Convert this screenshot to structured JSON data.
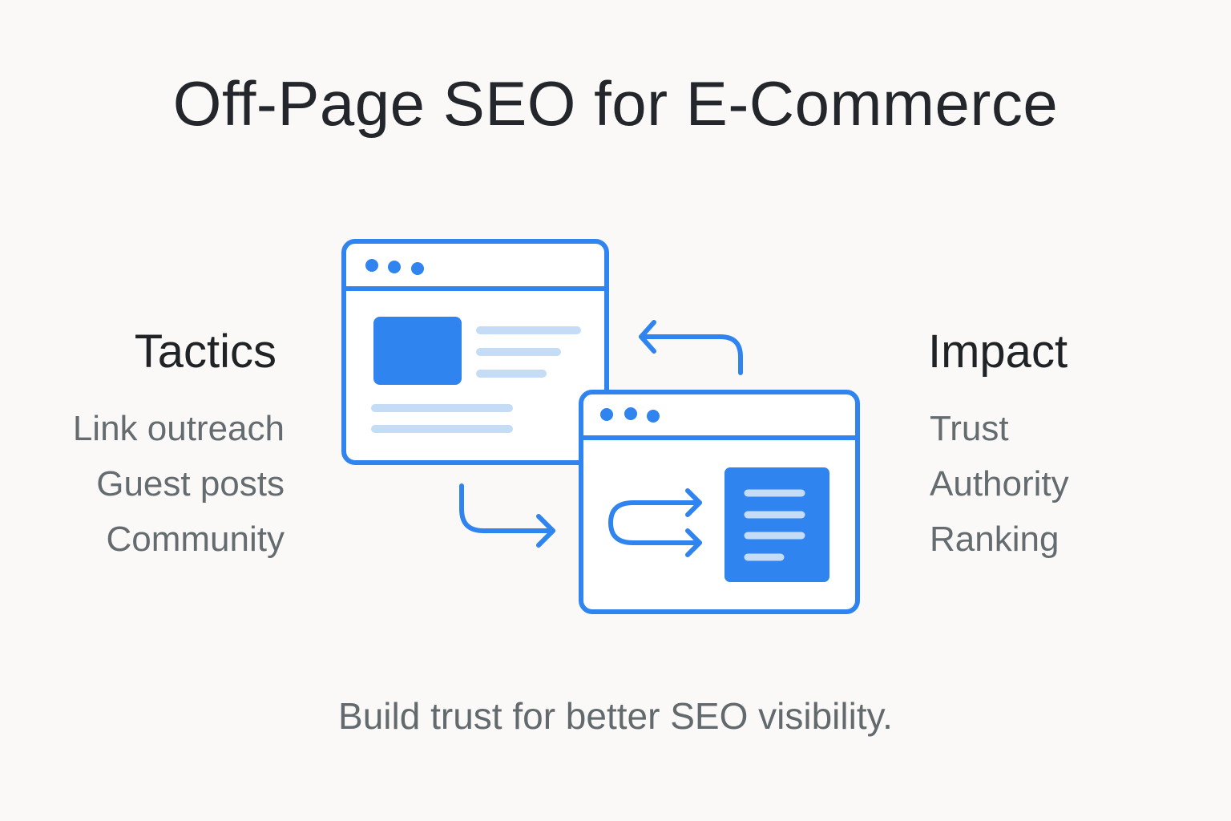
{
  "title": "Off-Page SEO for E-Commerce",
  "tactics": {
    "heading": "Tactics",
    "items": [
      "Link outreach",
      "Guest posts",
      "Community"
    ]
  },
  "impact": {
    "heading": "Impact",
    "items": [
      "Trust",
      "Authority",
      "Ranking"
    ]
  },
  "tagline": "Build trust for better SEO visibility.",
  "colors": {
    "accent": "#2f84f0",
    "accent_light": "#c4dcf6",
    "background": "#faf9f7",
    "heading_text": "#23262b",
    "body_text": "#646c70"
  },
  "illustration": {
    "left_window": "browser-window-icon",
    "right_window": "browser-window-icon",
    "arrows": [
      "arrow-back-icon",
      "arrow-forward-icon",
      "double-arrow-icon"
    ],
    "document": "document-icon"
  }
}
